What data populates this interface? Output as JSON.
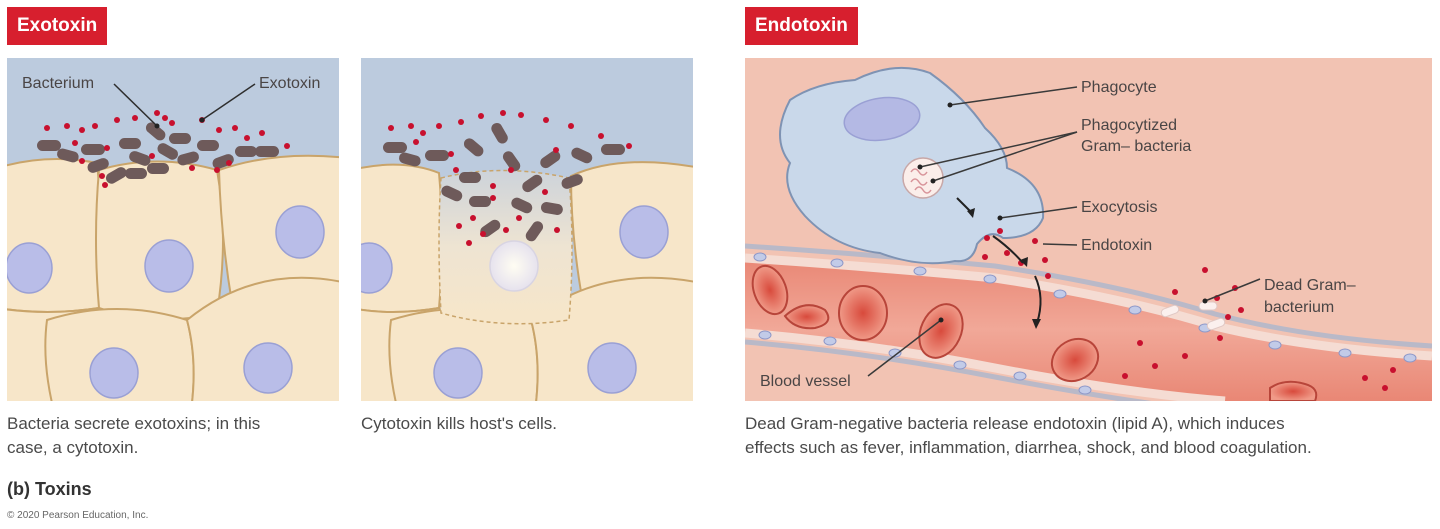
{
  "exotoxin": {
    "tag": "Exotoxin",
    "panel1": {
      "labels": {
        "bacterium": "Bacterium",
        "exotoxin": "Exotoxin"
      },
      "caption_line1": "Bacteria secrete exotoxins; in this",
      "caption_line2": "case, a cytotoxin."
    },
    "panel2": {
      "caption": "Cytotoxin kills host's cells."
    }
  },
  "endotoxin": {
    "tag": "Endotoxin",
    "labels": {
      "phagocyte": "Phagocyte",
      "phagocytized_line1": "Phagocytized",
      "phagocytized_line2": "Gram– bacteria",
      "exocytosis": "Exocytosis",
      "endotoxin": "Endotoxin",
      "dead_line1": "Dead Gram–",
      "dead_line2": "bacterium",
      "blood_vessel": "Blood vessel"
    },
    "caption_line1": "Dead Gram-negative bacteria release endotoxin (lipid A), which induces",
    "caption_line2": "effects such as fever, inflammation, diarrhea, shock, and blood coagulation."
  },
  "figure_label": "(b) Toxins",
  "copyright": "© 2020 Pearson Education, Inc.",
  "colors": {
    "tag_red": "#d71f2e",
    "extracellular_blue": "#bccbde",
    "host_cell": "#f7e6c9",
    "nucleus": "#b9bde8",
    "bacterium": "#6e5a5a",
    "toxin_dot": "#c8102e",
    "tissue_pink": "#f2c3b3",
    "blood": "#e88a7a",
    "phagocyte": "#c9d8ea"
  }
}
